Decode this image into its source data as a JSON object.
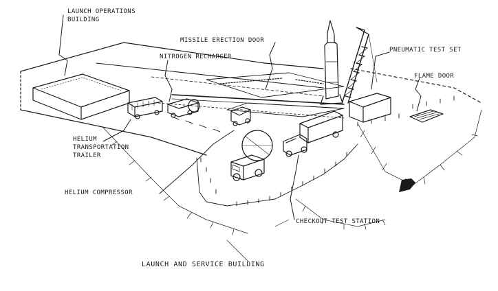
{
  "diagram": {
    "labels": {
      "launch_operations_building_line1": "LAUNCH OPERATIONS",
      "launch_operations_building_line2": "BUILDING",
      "missile_erection_door": "MISSILE ERECTION DOOR",
      "nitrogen_recharger": "NITROGEN RECHARGER",
      "pneumatic_test_set": "PNEUMATIC TEST SET",
      "flame_door": "FLAME DOOR",
      "helium_transport_line1": "HELIUM",
      "helium_transport_line2": "TRANSPORTATION",
      "helium_transport_line3": "TRAILER",
      "helium_compressor": "HELIUM COMPRESSOR",
      "checkout_test_station": "CHECKOUT TEST STATION",
      "launch_and_service_building": "LAUNCH AND SERVICE BUILDING"
    },
    "colors": {
      "ink": "#1a1a1a",
      "paper": "#ffffff"
    }
  }
}
